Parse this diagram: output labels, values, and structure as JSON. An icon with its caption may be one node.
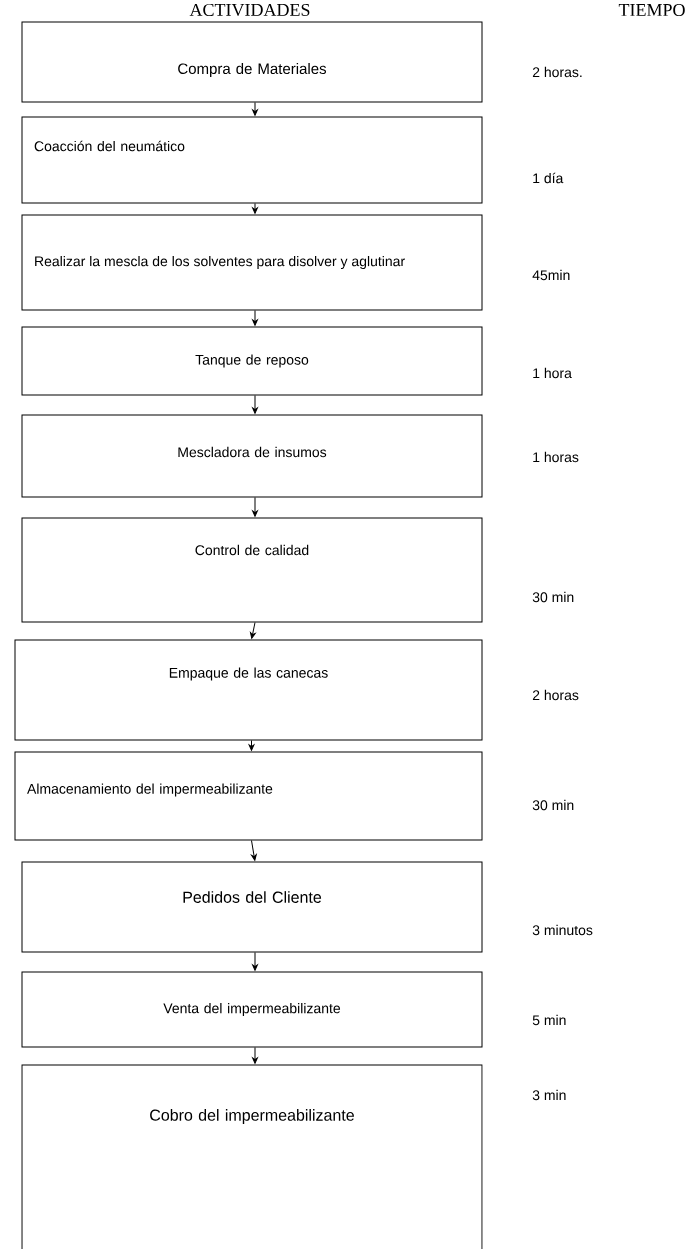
{
  "diagram": {
    "nodes": [
      {
        "text": [
          "Compra de Materiales"
        ],
        "beside": [
          "2 horas."
        ]
      },
      {
        "text": [
          "Coacción del neumático"
        ],
        "beside": [
          "1 día"
        ]
      },
      {
        "text": [
          "Realizar la mescla de los solventes para disolver y aglutinar"
        ],
        "beside": [
          "45min"
        ]
      },
      {
        "text": [
          "Tanque de reposo"
        ],
        "beside": [
          "1 hora"
        ]
      },
      {
        "text": [
          "Mescladora de insumos"
        ],
        "beside": [
          "1 horas"
        ]
      },
      {
        "text": [
          "Control de calidad"
        ],
        "beside": [
          "30 min"
        ]
      },
      {
        "text": [
          "Empaque de las canecas"
        ],
        "beside": [
          "2 horas"
        ]
      },
      {
        "text": [
          "Almacenamiento del impermeabilizante"
        ],
        "beside": [
          "30 min"
        ]
      },
      {
        "text": [
          "Pedidos del Cliente"
        ],
        "beside": [
          "3 minutos"
        ]
      },
      {
        "text": [
          "Venta del impermeabilizante"
        ],
        "beside": [
          "5 min"
        ]
      },
      {
        "text": [
          "Cobro del impermeabilizante"
        ],
        "beside": [
          "3 min"
        ]
      }
    ],
    "edges": [
      {
        "from": 0,
        "to": 1,
        "arrow": "to"
      },
      {
        "from": 1,
        "to": 2,
        "arrow": "to"
      },
      {
        "from": 2,
        "to": 3,
        "arrow": "to"
      },
      {
        "from": 3,
        "to": 4,
        "arrow": "to"
      },
      {
        "from": 4,
        "to": 5,
        "arrow": "to"
      },
      {
        "from": 5,
        "to": 6,
        "arrow": "to"
      },
      {
        "from": 6,
        "to": 7,
        "arrow": "to"
      },
      {
        "from": 7,
        "to": 8,
        "arrow": "to"
      },
      {
        "from": 8,
        "to": 9,
        "arrow": "to"
      },
      {
        "from": 9,
        "to": 10,
        "arrow": "to"
      }
    ],
    "labels": [
      "ACTIVIDADES",
      "TIEMPO"
    ]
  }
}
